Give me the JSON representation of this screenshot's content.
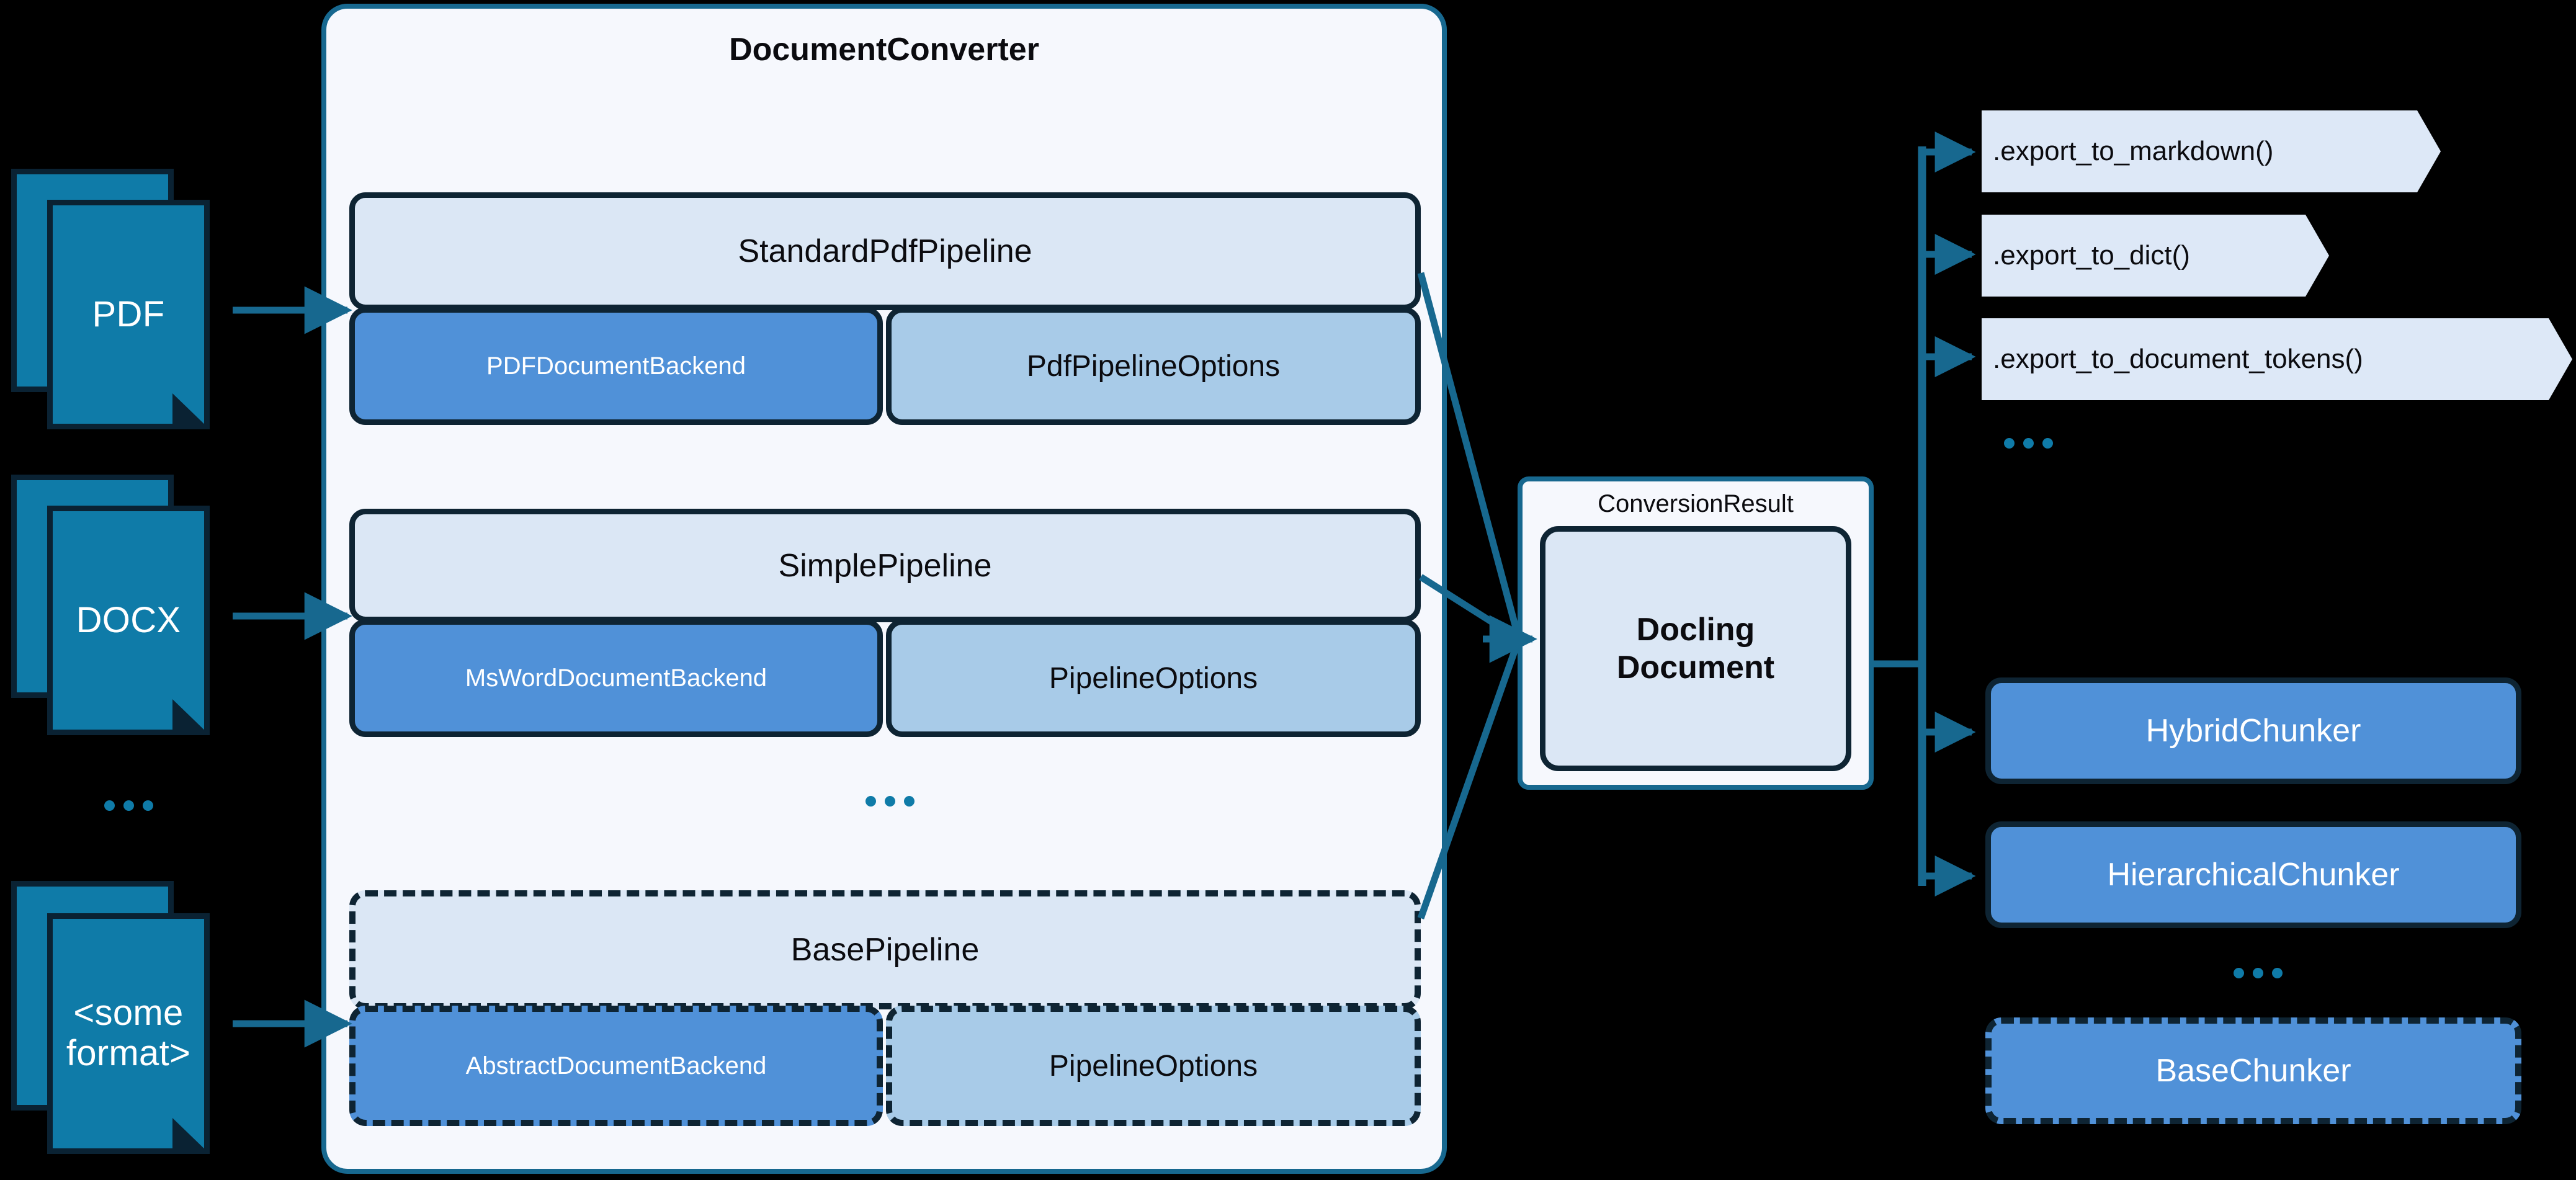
{
  "converter": {
    "title": "DocumentConverter",
    "pipelines": [
      {
        "name": "StandardPdfPipeline",
        "backend": "PDFDocumentBackend",
        "options": "PdfPipelineOptions",
        "abstract": false
      },
      {
        "name": "SimplePipeline",
        "backend": "MsWordDocumentBackend",
        "options": "PipelineOptions",
        "abstract": false
      },
      {
        "name": "BasePipeline",
        "backend": "AbstractDocumentBackend",
        "options": "PipelineOptions",
        "abstract": true
      }
    ],
    "more_indicator": "..."
  },
  "inputs": {
    "documents": [
      {
        "label": "PDF"
      },
      {
        "label": "DOCX"
      },
      {
        "label": "<some\nformat>"
      }
    ],
    "more_indicator": "..."
  },
  "result": {
    "container_title": "ConversionResult",
    "document_label": "Docling\nDocument"
  },
  "exports": {
    "methods": [
      ".export_to_markdown()",
      ".export_to_dict()",
      ".export_to_document_tokens()"
    ],
    "more_indicator": "..."
  },
  "chunkers": {
    "items": [
      {
        "label": "HybridChunker",
        "abstract": false
      },
      {
        "label": "HierarchicalChunker",
        "abstract": false
      },
      {
        "label": "BaseChunker",
        "abstract": true
      }
    ],
    "more_indicator": "..."
  },
  "colors": {
    "background": "#000000",
    "panel_fill": "#f6f8fd",
    "panel_border": "#17688f",
    "pipeline_header_fill": "#dbe7f5",
    "backend_fill": "#5091d8",
    "options_fill": "#a8cbe8",
    "box_border": "#0e2433",
    "doc_fill": "#0f7ba8",
    "doc_border": "#0a2233",
    "connector": "#17688f",
    "export_fill": "#dde8f7"
  }
}
